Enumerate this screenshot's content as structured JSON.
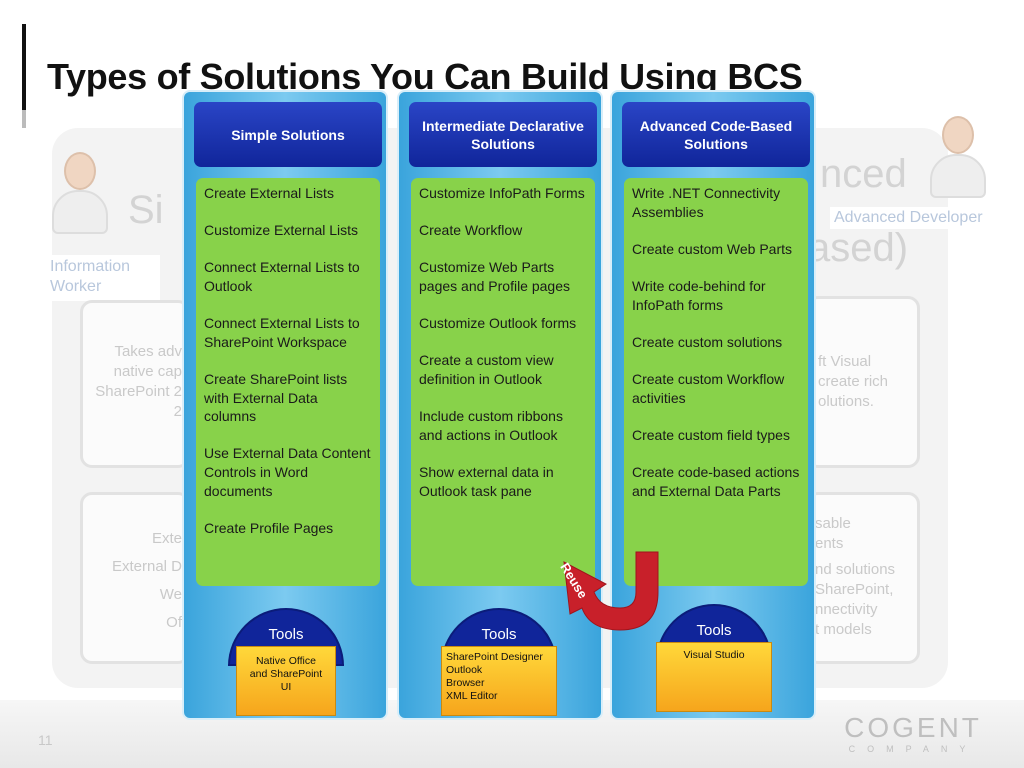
{
  "slide": {
    "title": "Types of Solutions You Can Build Using BCS",
    "page_number": "11"
  },
  "background": {
    "left_heading_fragment": "Si",
    "right_heading_fragment": "nced",
    "right_heading_fragment2": "ased)",
    "left_role": [
      "Information",
      "Worker"
    ],
    "right_role": "Advanced Developer",
    "left_box1": [
      "Takes adv",
      "native cap",
      "SharePoint 2",
      "2"
    ],
    "left_box2": [
      "Exte",
      "External D",
      "We",
      "Of"
    ],
    "right_box1": [
      "ft Visual",
      "create rich",
      "olutions."
    ],
    "right_box2": [
      "sable",
      "ents",
      "nd solutions",
      "SharePoint,",
      "nnectivity",
      "t models"
    ]
  },
  "columns": [
    {
      "heading": "Simple Solutions",
      "items": [
        "Create External Lists",
        "Customize External Lists",
        "Connect External Lists to Outlook",
        "Connect External Lists to SharePoint Workspace",
        "Create SharePoint lists with External Data columns",
        "Use External Data Content Controls in Word documents",
        "Create Profile Pages"
      ],
      "tools_label": "Tools",
      "tools": [
        "Native Office",
        "and SharePoint",
        "UI"
      ]
    },
    {
      "heading": "Intermediate Declarative Solutions",
      "items": [
        "Customize InfoPath Forms",
        "Create Workflow",
        "Customize Web Parts pages and Profile pages",
        "Customize Outlook forms",
        "Create a custom view definition in Outlook",
        "Include custom ribbons and actions in Outlook",
        "Show external data in Outlook task pane"
      ],
      "tools_label": "Tools",
      "tools": [
        "SharePoint Designer",
        "Outlook",
        "Browser",
        "XML Editor"
      ]
    },
    {
      "heading": "Advanced Code-Based Solutions",
      "items": [
        "Write .NET Connectivity Assemblies",
        "Create custom Web Parts",
        "Write code-behind for InfoPath forms",
        "Create custom solutions",
        "Create custom Workflow activities",
        "Create custom field types",
        "Create code-based actions and External Data Parts"
      ],
      "tools_label": "Tools",
      "tools": [
        "Visual Studio"
      ]
    }
  ],
  "reuse_label": "Reuse",
  "logo": {
    "main": "COGENT",
    "sub": "COMPANY"
  },
  "colors": {
    "column_bg": "#3aa4dc",
    "header_bg": "#10259a",
    "body_bg": "#88d24a",
    "tools_box": "#f6a51c",
    "reuse_arrow": "#c8202a"
  }
}
